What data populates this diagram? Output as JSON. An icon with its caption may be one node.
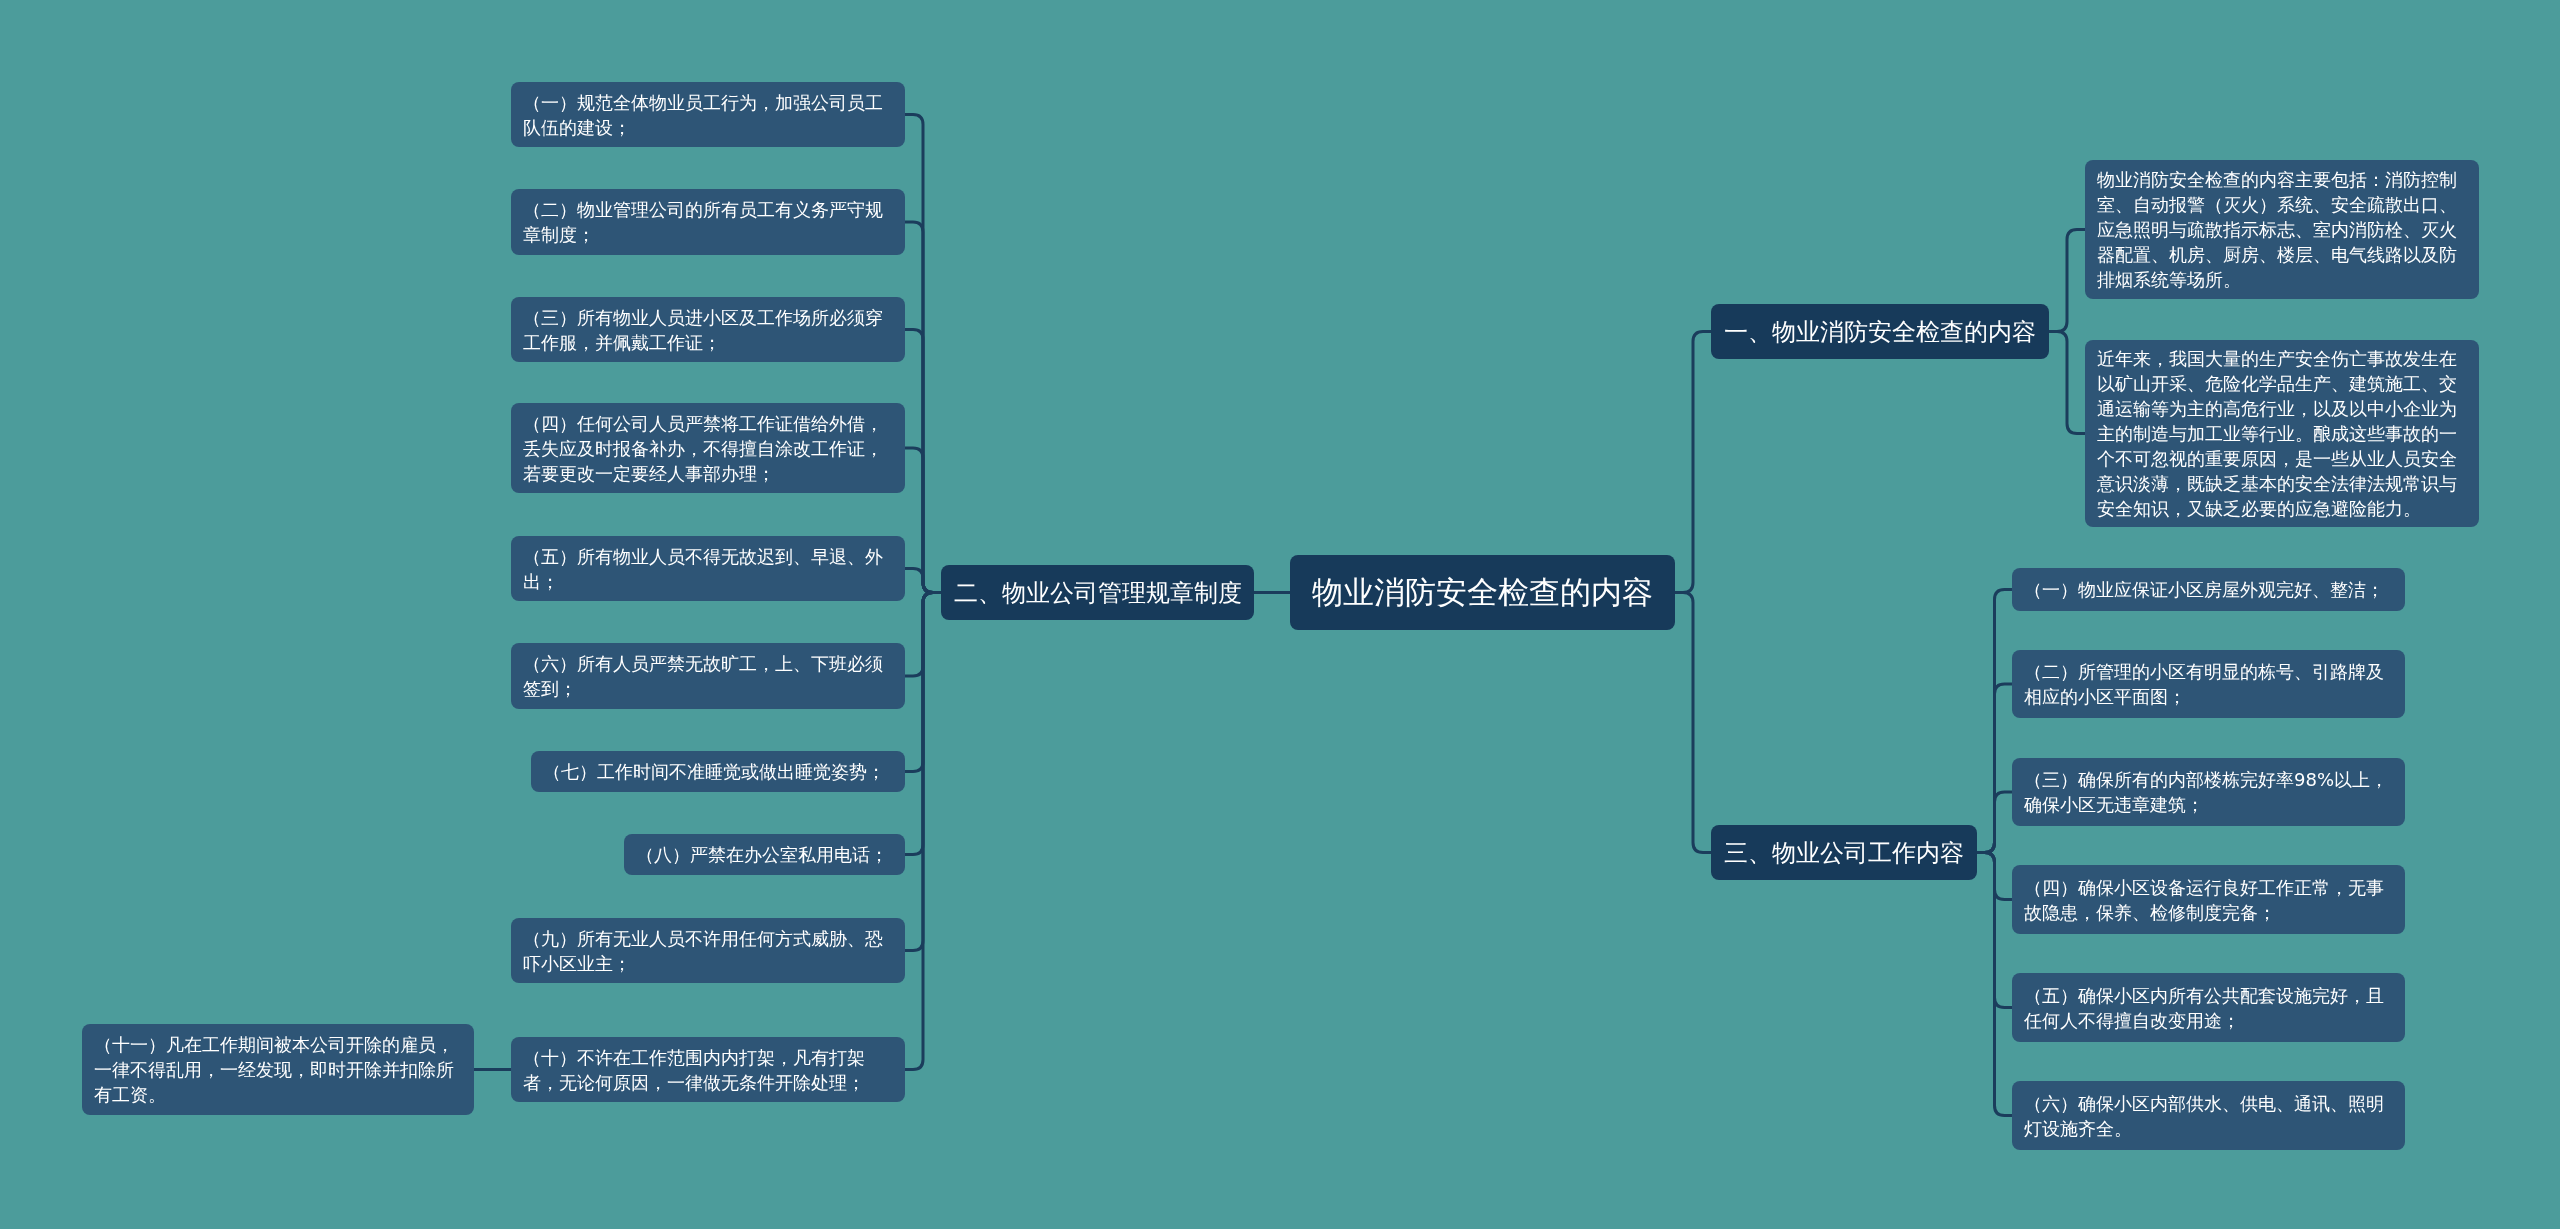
{
  "diagram": {
    "nodes": [
      {
        "text": [
          "物业消防安全检查的内容"
        ]
      },
      {
        "text": [
          "一、物业消防安全检查的内容"
        ]
      },
      {
        "text": [
          "物业消防安全检查的内容主要包括：消防控制室、自动报警（灭火）系统、安全疏散出口、应急照明与疏散指示标志、室内消防栓、灭火器配置、机房、厨房、楼层、电气线路以及防排烟系统等场所。"
        ]
      },
      {
        "text": [
          "近年来，我国大量的生产安全伤亡事故发生在以矿山开采、危险化学品生产、建筑施工、交通运输等为主的高危行业，以及以中小企业为主的制造与加工业等行业。酿成这些事故的一个不可忽视的重要原因，是一些从业人员安全意识淡薄，既缺乏基本的安全法律法规常识与安全知识，又缺乏必要的应急避险能力。"
        ]
      },
      {
        "text": [
          "三、物业公司工作内容"
        ]
      },
      {
        "text": [
          "（一）物业应保证小区房屋外观完好、整洁；"
        ]
      },
      {
        "text": [
          "（二）所管理的小区有明显的栋号、引路牌及相应的小区平面图；"
        ]
      },
      {
        "text": [
          "（三）确保所有的内部楼栋完好率98%以上，确保小区无违章建筑；"
        ]
      },
      {
        "text": [
          "（四）确保小区设备运行良好工作正常，无事故隐患，保养、检修制度完备；"
        ]
      },
      {
        "text": [
          "（五）确保小区内所有公共配套设施完好，且任何人不得擅自改变用途；"
        ]
      },
      {
        "text": [
          "（六）确保小区内部供水、供电、通讯、照明灯设施齐全。"
        ]
      },
      {
        "text": [
          "二、物业公司管理规章制度"
        ]
      },
      {
        "text": [
          "（一）规范全体物业员工行为，加强公司员工队伍的建设；"
        ]
      },
      {
        "text": [
          "（二）物业管理公司的所有员工有义务严守规章制度；"
        ]
      },
      {
        "text": [
          "（三）所有物业人员进小区及工作场所必须穿工作服，并佩戴工作证；"
        ]
      },
      {
        "text": [
          "（四）任何公司人员严禁将工作证借给外借，丢失应及时报备补办，不得擅自涂改工作证，若要更改一定要经人事部办理；"
        ]
      },
      {
        "text": [
          "（五）所有物业人员不得无故迟到、早退、外出；"
        ]
      },
      {
        "text": [
          "（六）所有人员严禁无故旷工，上、下班必须签到；"
        ]
      },
      {
        "text": [
          "（七）工作时间不准睡觉或做出睡觉姿势；"
        ]
      },
      {
        "text": [
          "（八）严禁在办公室私用电话；"
        ]
      },
      {
        "text": [
          "（九）所有无业人员不许用任何方式威胁、恐吓小区业主；"
        ]
      },
      {
        "text": [
          "（十）不许在工作范围内内打架，凡有打架者，无论何原因，一律做无条件开除处理；"
        ]
      },
      {
        "text": [
          "（十一）凡在工作期间被本公司开除的雇员，一律不得乱用，一经发现，即时开除并扣除所有工资。"
        ]
      }
    ],
    "edges": [
      {
        "from": 0,
        "to": 1,
        "arrow": "none"
      },
      {
        "from": 1,
        "to": 2,
        "arrow": "none"
      },
      {
        "from": 1,
        "to": 3,
        "arrow": "none"
      },
      {
        "from": 0,
        "to": 4,
        "arrow": "none"
      },
      {
        "from": 4,
        "to": 5,
        "arrow": "none"
      },
      {
        "from": 4,
        "to": 6,
        "arrow": "none"
      },
      {
        "from": 4,
        "to": 7,
        "arrow": "none"
      },
      {
        "from": 4,
        "to": 8,
        "arrow": "none"
      },
      {
        "from": 4,
        "to": 9,
        "arrow": "none"
      },
      {
        "from": 4,
        "to": 10,
        "arrow": "none"
      },
      {
        "from": 0,
        "to": 11,
        "arrow": "none"
      },
      {
        "from": 11,
        "to": 12,
        "arrow": "none"
      },
      {
        "from": 11,
        "to": 13,
        "arrow": "none"
      },
      {
        "from": 11,
        "to": 14,
        "arrow": "none"
      },
      {
        "from": 11,
        "to": 15,
        "arrow": "none"
      },
      {
        "from": 11,
        "to": 16,
        "arrow": "none"
      },
      {
        "from": 11,
        "to": 17,
        "arrow": "none"
      },
      {
        "from": 11,
        "to": 18,
        "arrow": "none"
      },
      {
        "from": 11,
        "to": 19,
        "arrow": "none"
      },
      {
        "from": 11,
        "to": 20,
        "arrow": "none"
      },
      {
        "from": 11,
        "to": 21,
        "arrow": "none"
      },
      {
        "from": 21,
        "to": 22,
        "arrow": "none"
      }
    ]
  }
}
